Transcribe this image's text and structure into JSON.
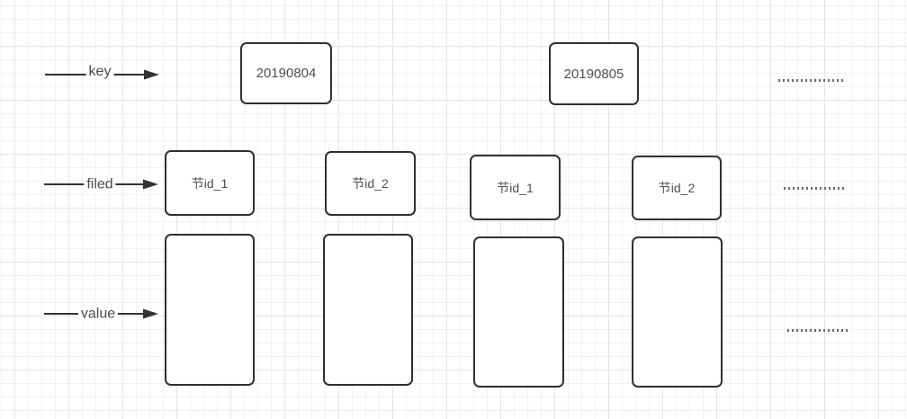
{
  "diagram": {
    "rows": [
      {
        "id": "key",
        "label": "key"
      },
      {
        "id": "filed",
        "label": "filed"
      },
      {
        "id": "value",
        "label": "value"
      }
    ],
    "key_boxes": [
      {
        "label": "20190804"
      },
      {
        "label": "20190805"
      }
    ],
    "field_boxes": [
      {
        "label": "节id_1"
      },
      {
        "label": "节id_2"
      },
      {
        "label": "节id_1"
      },
      {
        "label": "节id_2"
      }
    ],
    "value_boxes": [
      {
        "label": ""
      },
      {
        "label": ""
      },
      {
        "label": ""
      },
      {
        "label": ""
      }
    ],
    "colors": {
      "shape_stroke": "#303030",
      "text": "#4f4f4f",
      "arrow": "#333333",
      "grid_minor": "#f1f1f1",
      "grid_major": "#e4e4e4",
      "canvas_bg": "#ffffff"
    }
  }
}
